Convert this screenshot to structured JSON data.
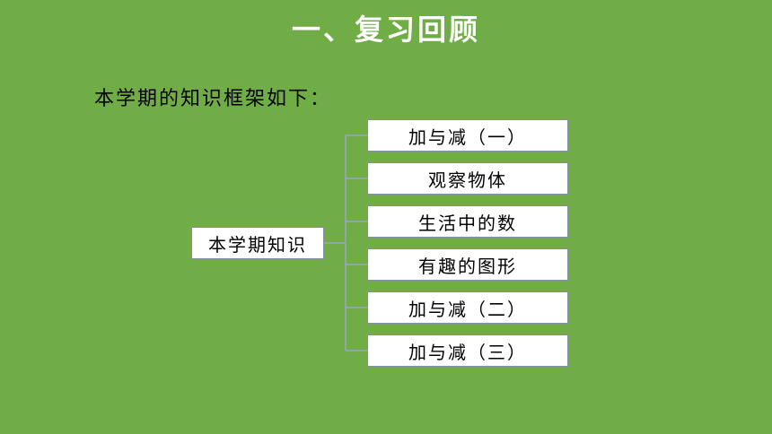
{
  "page": {
    "title": "一、复习回顾",
    "intro": "本学期的知识框架如下："
  },
  "diagram": {
    "root": "本学期知识",
    "children": [
      "加与减（一）",
      "观察物体",
      "生活中的数",
      "有趣的图形",
      "加与减（二）",
      "加与减（三）"
    ]
  },
  "colors": {
    "background": "#70ad47",
    "connector": "#9ba3c7",
    "box_border": "#8c8ca0"
  }
}
